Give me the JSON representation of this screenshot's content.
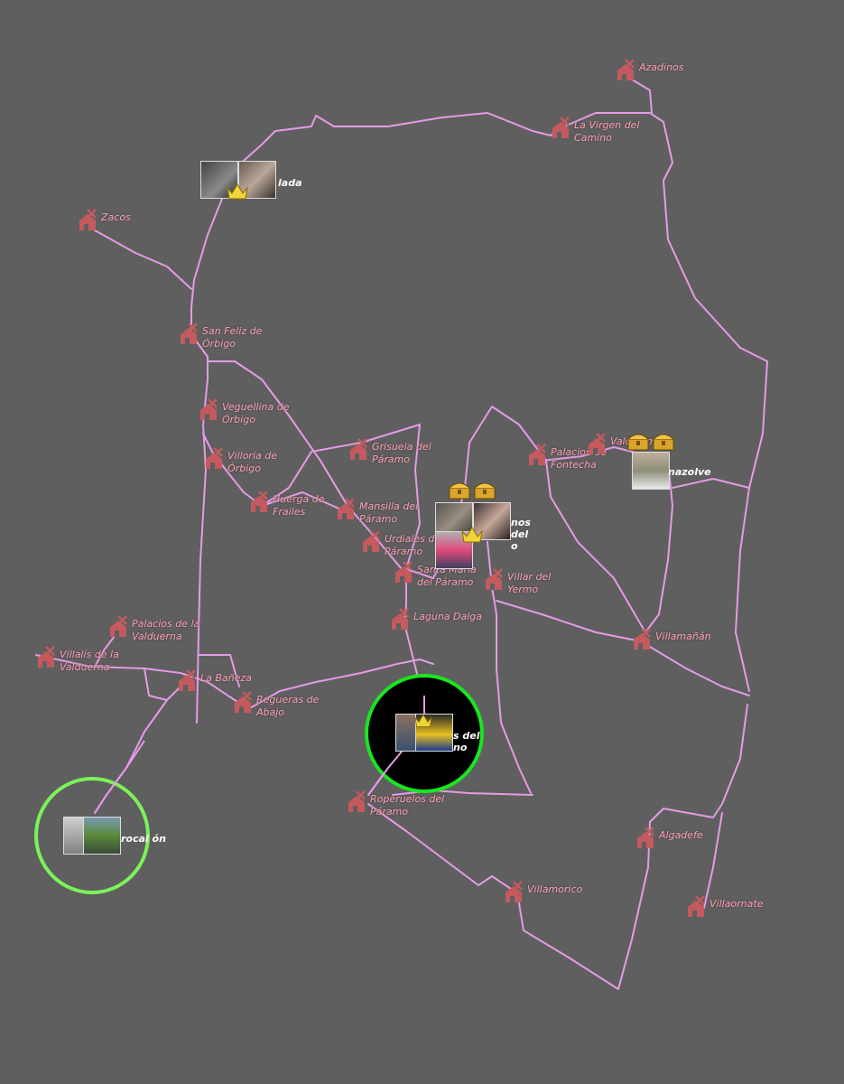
{
  "colors": {
    "background": "#5f5f5f",
    "road": "#e59be6",
    "label": "#ff9fb5",
    "mill": "#c45a5e",
    "ring_active": "#19e61e",
    "ring_light": "#7cf25a"
  },
  "towns": {
    "azadinos": "Azadinos",
    "virgen": "La Virgen del\nCamino",
    "zacos": "Zacos",
    "sanfeliz": "San Feliz de\nÓrbigo",
    "veguellina": "Veguellina de\nÓrbigo",
    "villoria": "Villoria de\nÓrbigo",
    "huerga": "Huerga de\nFrailes",
    "grisuela": "Grisuela del\nPáramo",
    "mansilla": "Mansilla del\nPáramo",
    "urdiales": "Urdiales d\nPáramo",
    "santamaria": "Santa María\ndel Páramo",
    "palaciosf": "Palacios de\nFontecha",
    "valdevimbre": "Valdevimbre",
    "villar": "Villar del\nYermo",
    "laguna": "Laguna Dalga",
    "villamanan": "Villamañán",
    "palaciosv": "Palacios de la\nValduerna",
    "villalis": "Villalís de la\nValduerna",
    "baneza": "La Bañeza",
    "regueras": "Regueras de\nAbajo",
    "roperuelos": "Roperuelos del\nPáramo",
    "villamorico": "Villamorico",
    "algadefe": "Algadefe",
    "villaornate": "Villaornate"
  },
  "players": {
    "top": "lada",
    "right": "nazolve",
    "center": "nos del\no",
    "active": "s del\nno",
    "bottom_left": "rocal ón"
  },
  "icons": {
    "town_marker": "windmill-house-icon",
    "treasure": "treasure-chest-icon",
    "crown": "gold-crown-icon"
  }
}
